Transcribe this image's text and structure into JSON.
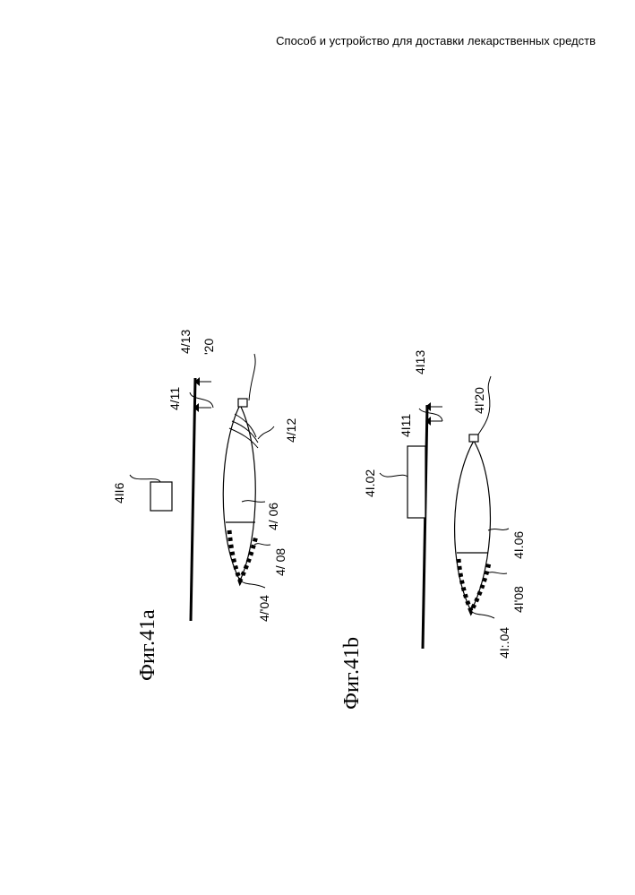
{
  "header": {
    "title": "Способ и устройство для доставки лекарственных средств"
  },
  "figures": {
    "fig_a": {
      "caption": "Фиг.41а",
      "labels": {
        "l413": "4/13",
        "l411": "4/11",
        "l420": "'20",
        "l416": "4II6",
        "l412": "4/12",
        "l406": "4/ 06",
        "l408": "4/ 08",
        "l404": "4/'04"
      }
    },
    "fig_b": {
      "caption": "Фиг.41b",
      "labels": {
        "l413": "4I13",
        "l411": "4I11",
        "l420": "4I'20",
        "l402": "4I.02",
        "l406": "4I.06",
        "l408": "4I'08",
        "l404": "4I:.04"
      }
    }
  }
}
